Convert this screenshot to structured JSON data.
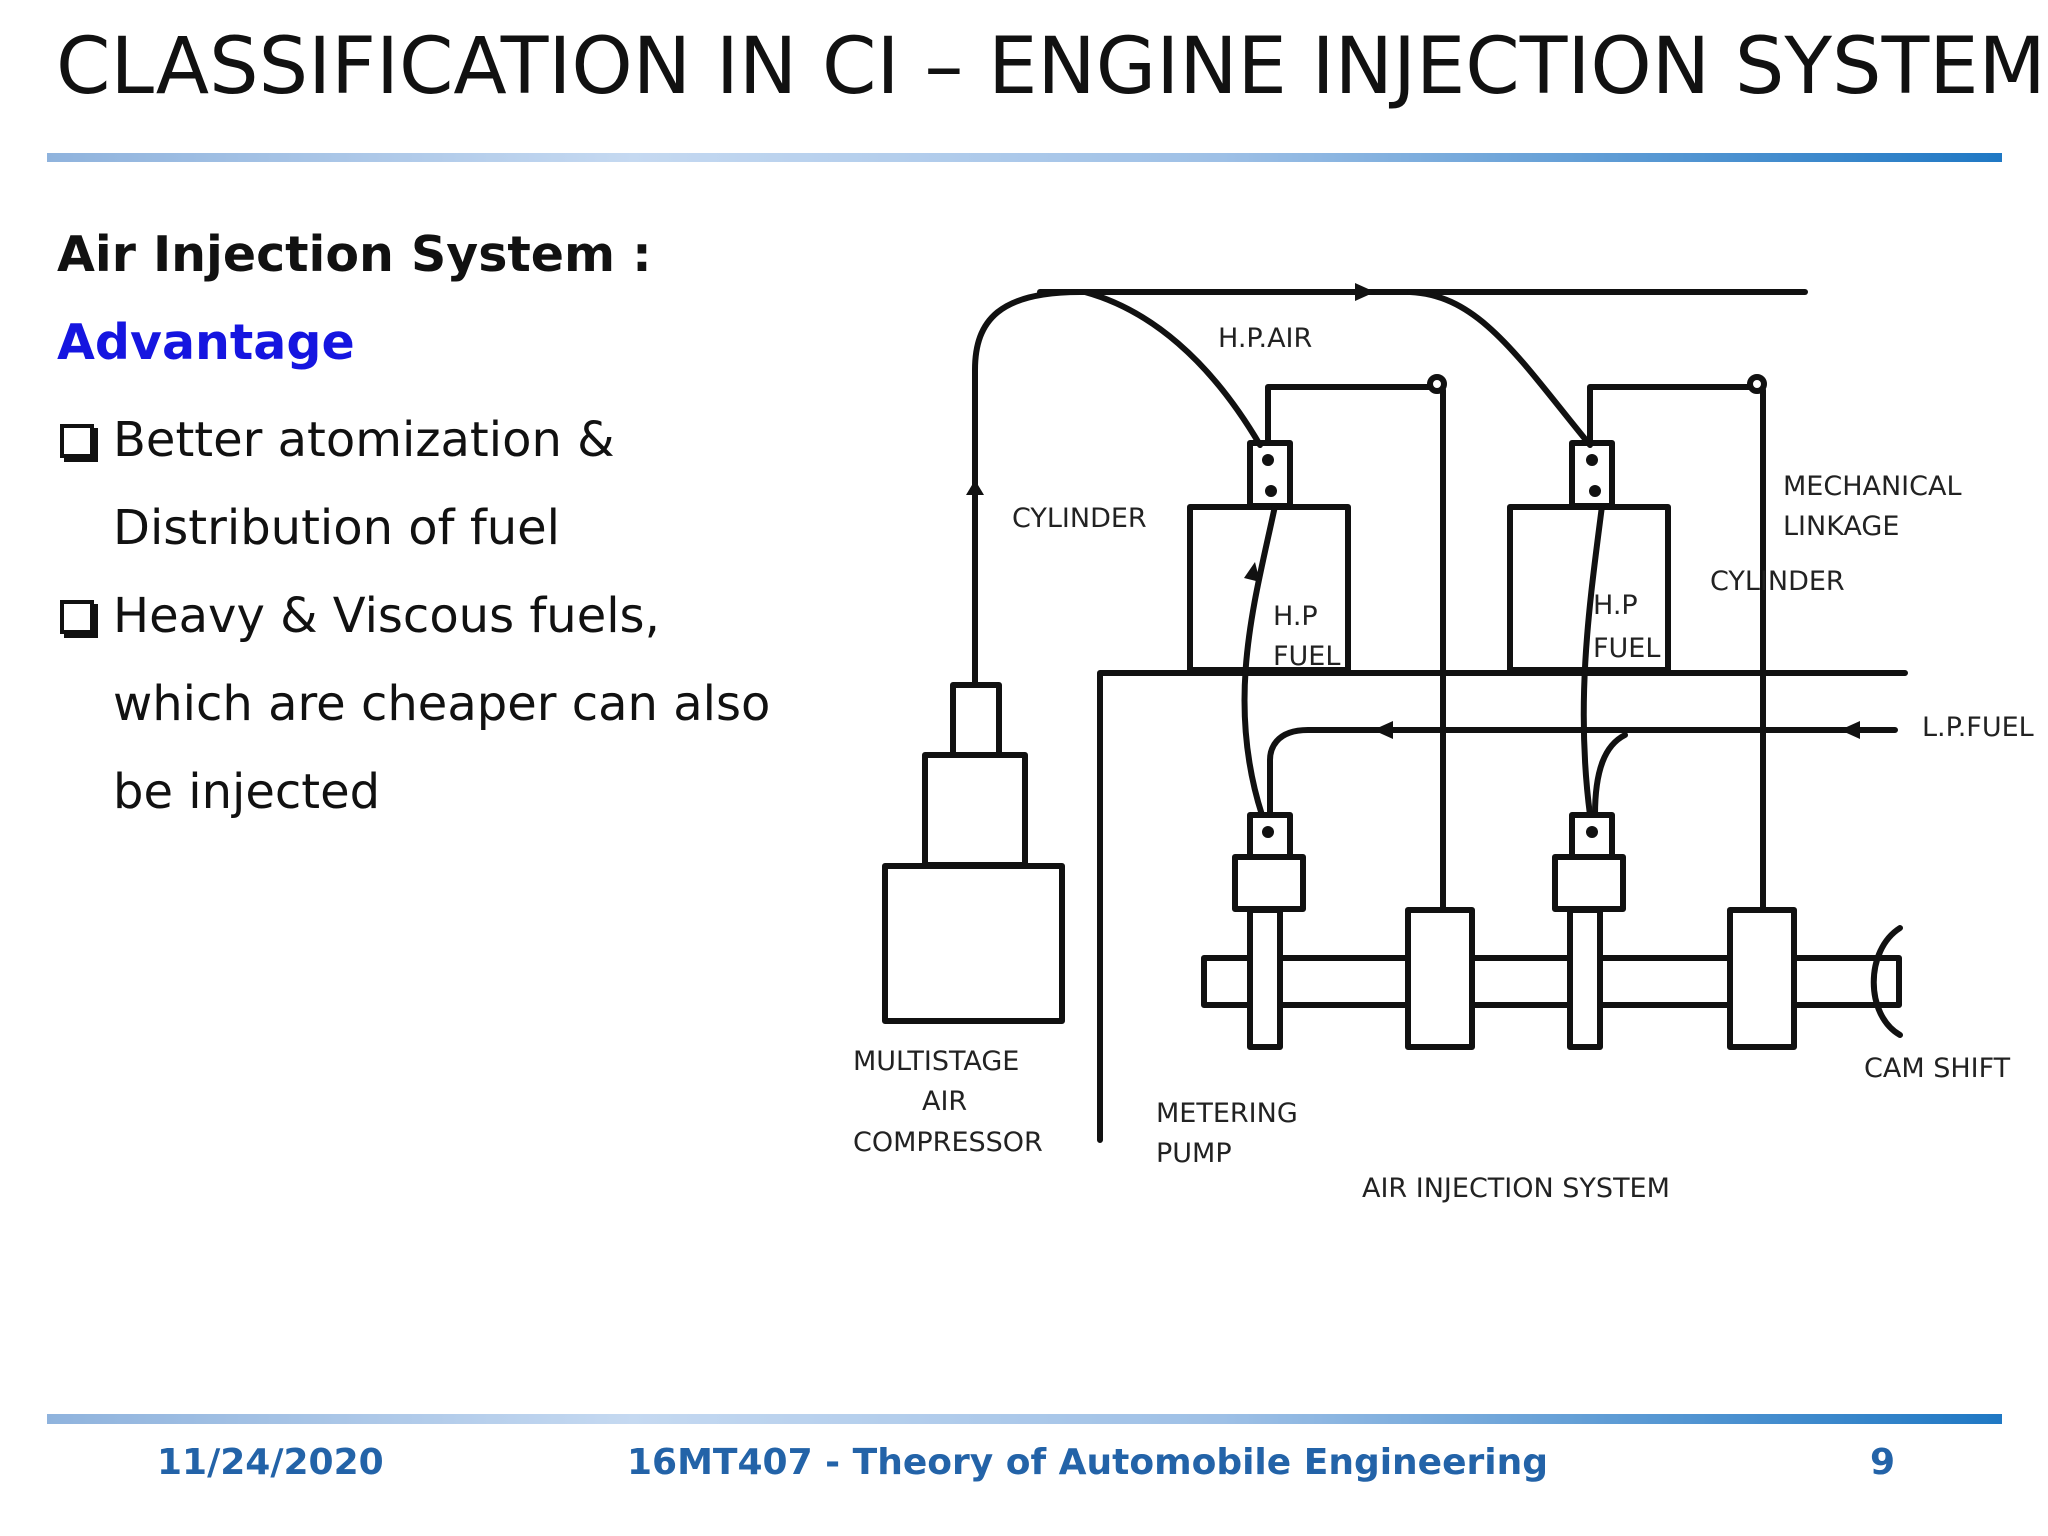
{
  "slide": {
    "title": "CLASSIFICATION IN CI – ENGINE INJECTION SYSTEM",
    "heading": "Air Injection System :",
    "advantage": "Advantage",
    "bullets": [
      {
        "lines": [
          "Better atomization &",
          "Distribution of fuel"
        ]
      },
      {
        "lines": [
          "Heavy & Viscous fuels,",
          "which are cheaper can also",
          "be injected"
        ]
      }
    ]
  },
  "diagram": {
    "labels": {
      "hp_air": "H.P.AIR",
      "cylinder_left": "CYLINDER",
      "hp_fuel_left_1": "H.P",
      "hp_fuel_left_2": "FUEL",
      "hp_fuel_right_1": "H.P",
      "hp_fuel_right_2": "FUEL",
      "mechanical_1": "MECHANICAL",
      "mechanical_2": "LINKAGE",
      "cylinder_right": "CYLINDER",
      "lp_fuel": "L.P.FUEL",
      "compressor_1": "MULTISTAGE",
      "compressor_2": "AIR",
      "compressor_3": "COMPRESSOR",
      "metering_1": "METERING",
      "metering_2": "PUMP",
      "cam_shift": "CAM SHIFT",
      "caption": "AIR INJECTION SYSTEM"
    }
  },
  "footer": {
    "date": "11/24/2020",
    "course": "16MT407 - Theory of Automobile Engineering",
    "page": "9"
  },
  "colors": {
    "accent_blue": "#1515e0",
    "footer_blue": "#2363a8"
  }
}
